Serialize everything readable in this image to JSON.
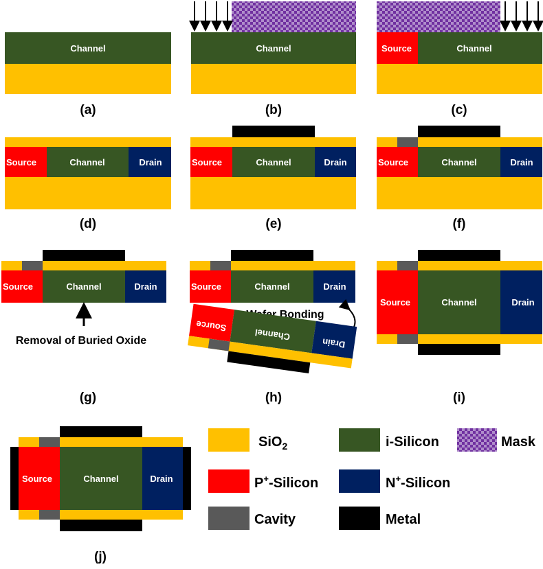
{
  "colors": {
    "sio2": "#FFC000",
    "channel": "#375623",
    "source": "#FF0000",
    "drain": "#002060",
    "cavity": "#595959",
    "metal": "#000000",
    "mask": "#7030A0"
  },
  "labels": {
    "channel": "Channel",
    "source": "Source",
    "drain": "Drain"
  },
  "captions": {
    "a": "(a)",
    "b": "(b)",
    "c": "(c)",
    "d": "(d)",
    "e": "(e)",
    "f": "(f)",
    "g": "(g)",
    "h": "(h)",
    "i": "(i)",
    "j": "(j)"
  },
  "annotations": {
    "removal": "Removal of Buried Oxide",
    "wafer_bonding": "Wafer Bonding"
  },
  "legend": {
    "sio2": "SiO",
    "sio2_sub": "2",
    "i_silicon": "i-Silicon",
    "mask": "Mask",
    "p_prefix": "P",
    "p_sup": "+",
    "p_suffix": "-Silicon",
    "n_prefix": "N",
    "n_sup": "+",
    "n_suffix": "-Silicon",
    "cavity": "Cavity",
    "metal": "Metal"
  }
}
